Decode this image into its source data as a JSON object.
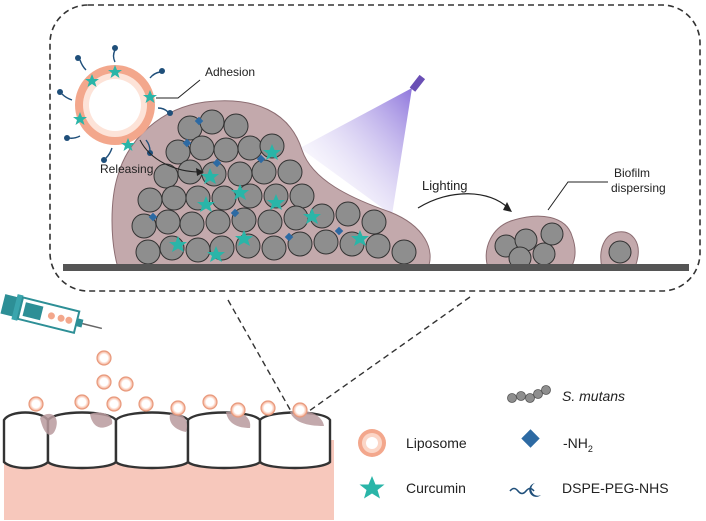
{
  "labels": {
    "adhesion": "Adhesion",
    "releasing": "Releasing",
    "lighting": "Lighting",
    "biofilm_line1": "Biofilm",
    "biofilm_line2": "dispersing"
  },
  "legend": {
    "s_mutans": "S. mutans",
    "liposome": "Liposome",
    "nh2_prefix": "-NH",
    "nh2_sub": "2",
    "curcumin": "Curcumin",
    "dspe": "DSPE-PEG-NHS"
  },
  "colors": {
    "liposome": "#f4a78a",
    "biofilm": "#b99a9e",
    "bacteria": "#8b8b8b",
    "curcumin": "#2ab5a8",
    "nh2": "#2d6aa3",
    "light": "#7b5fd6",
    "gum": "#f7c8bc",
    "surface": "#555555"
  },
  "icons": {
    "syringe": "syringe-icon",
    "light_source": "light-source-icon"
  }
}
